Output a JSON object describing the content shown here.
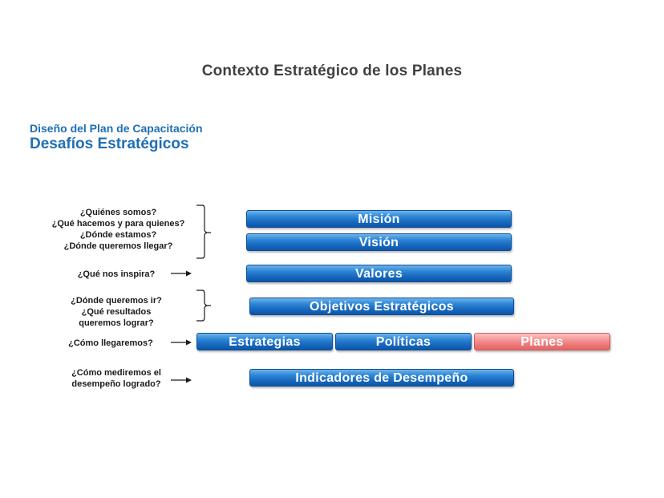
{
  "header": {
    "title": "Contexto Estratégico de los Planes",
    "subtitle_small": "Diseño del Plan de Capacitación",
    "subtitle_large": "Desafíos Estratégicos"
  },
  "questions": {
    "identity": "¿Quiénes somos?\n¿Qué hacemos y para quienes?\n¿Dónde estamos?\n¿Dónde queremos llegar?",
    "inspire": "¿Qué nos inspira?",
    "objectives": "¿Dónde queremos ir?\n¿Qué resultados\nqueremos lograr?",
    "how": "¿Cómo llegaremos?",
    "measure": "¿Cómo mediremos el\ndesempeño logrado?"
  },
  "bars": {
    "mision": "Misión",
    "vision": "Visión",
    "valores": "Valores",
    "objetivos": "Objetivos Estratégicos",
    "estrategias": "Estrategias",
    "politicas": "Políticas",
    "planes": "Planes",
    "indicadores": "Indicadores de Desempeño"
  },
  "colors": {
    "accent_blue": "#1F6FB6",
    "bar_blue": "#1767BE",
    "bar_red": "#EC7777",
    "title_gray": "#404040"
  }
}
